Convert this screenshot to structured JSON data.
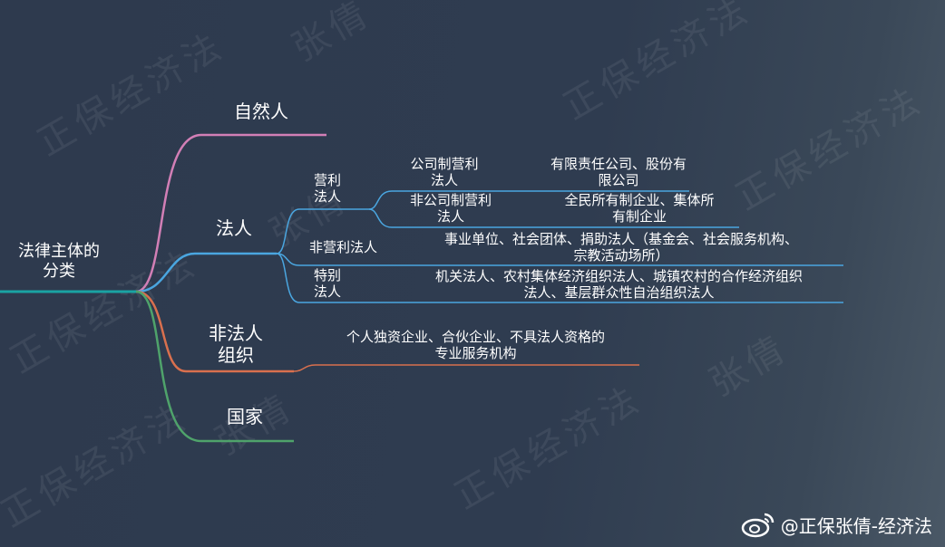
{
  "root": {
    "line1": "法律主体的",
    "line2": "分类"
  },
  "branches": {
    "natural": "自然人",
    "legal": "法人",
    "unincorporated": {
      "line1": "非法人",
      "line2": "组织"
    },
    "state": "国家"
  },
  "legal_sub": {
    "profit": {
      "line1": "营利",
      "line2": "法人"
    },
    "nonprofit": "非营利法人",
    "special": {
      "line1": "特别",
      "line2": "法人"
    }
  },
  "profit_sub": [
    {
      "name1": "公司制营利",
      "name2": "法人",
      "desc1": "有限责任公司、股份有",
      "desc2": "限公司"
    },
    {
      "name1": "非公司制营利",
      "name2": "法人",
      "desc1": "全民所有制企业、集体所",
      "desc2": "有制企业"
    }
  ],
  "nonprofit_desc": {
    "line1": "事业单位、社会团体、捐助法人（基金会、社会服务机构、",
    "line2": "宗教活动场所）"
  },
  "special_desc": {
    "line1": "机关法人、农村集体经济组织法人、城镇农村的合作经济组织",
    "line2": "法人、基层群众性自治组织法人"
  },
  "unincorporated_desc": {
    "line1": "个人独资企业、合伙企业、不具法人资格的",
    "line2": "专业服务机构"
  },
  "watermarks": [
    "正保经济法",
    "张倩"
  ],
  "credit": "@正保张倩-经济法",
  "colors": {
    "root": "#1aa3a3",
    "natural": "#d27fb6",
    "legal": "#4aa6e0",
    "unincorporated": "#d9704e",
    "state": "#4fa36b"
  }
}
